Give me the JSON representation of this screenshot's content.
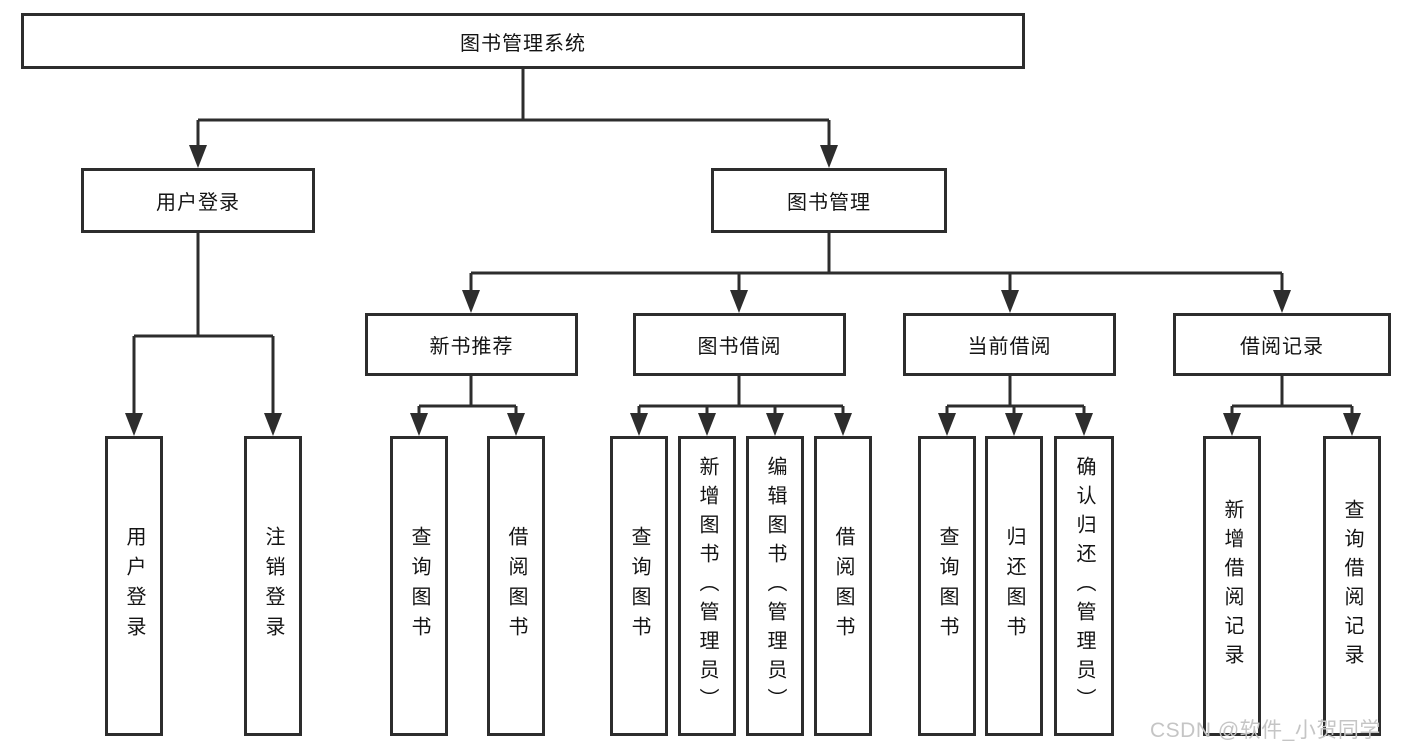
{
  "diagram_title": "图书管理系统",
  "tree": {
    "root": {
      "label": "图书管理系统"
    },
    "user_login": {
      "label": "用户登录",
      "children": [
        "用户登录",
        "注销登录"
      ]
    },
    "book_mgmt": {
      "label": "图书管理",
      "sections": [
        {
          "label": "新书推荐",
          "children": [
            "查询图书",
            "借阅图书"
          ]
        },
        {
          "label": "图书借阅",
          "children": [
            "查询图书",
            "新增图书（管理员）",
            "编辑图书（管理员）",
            "借阅图书"
          ]
        },
        {
          "label": "当前借阅",
          "children": [
            "查询图书",
            "归还图书",
            "确认归还（管理员）"
          ]
        },
        {
          "label": "借阅记录",
          "children": [
            "新增借阅记录",
            "查询借阅记录"
          ]
        }
      ]
    }
  },
  "watermark": "CSDN @软件_小贺同学",
  "colors": {
    "line": "#2d2d2d",
    "box_border": "#2d2d2d",
    "box_background": "#ffffff",
    "text": "#141414",
    "watermark": "#c5c5c5",
    "page_background": "#ffffff"
  }
}
